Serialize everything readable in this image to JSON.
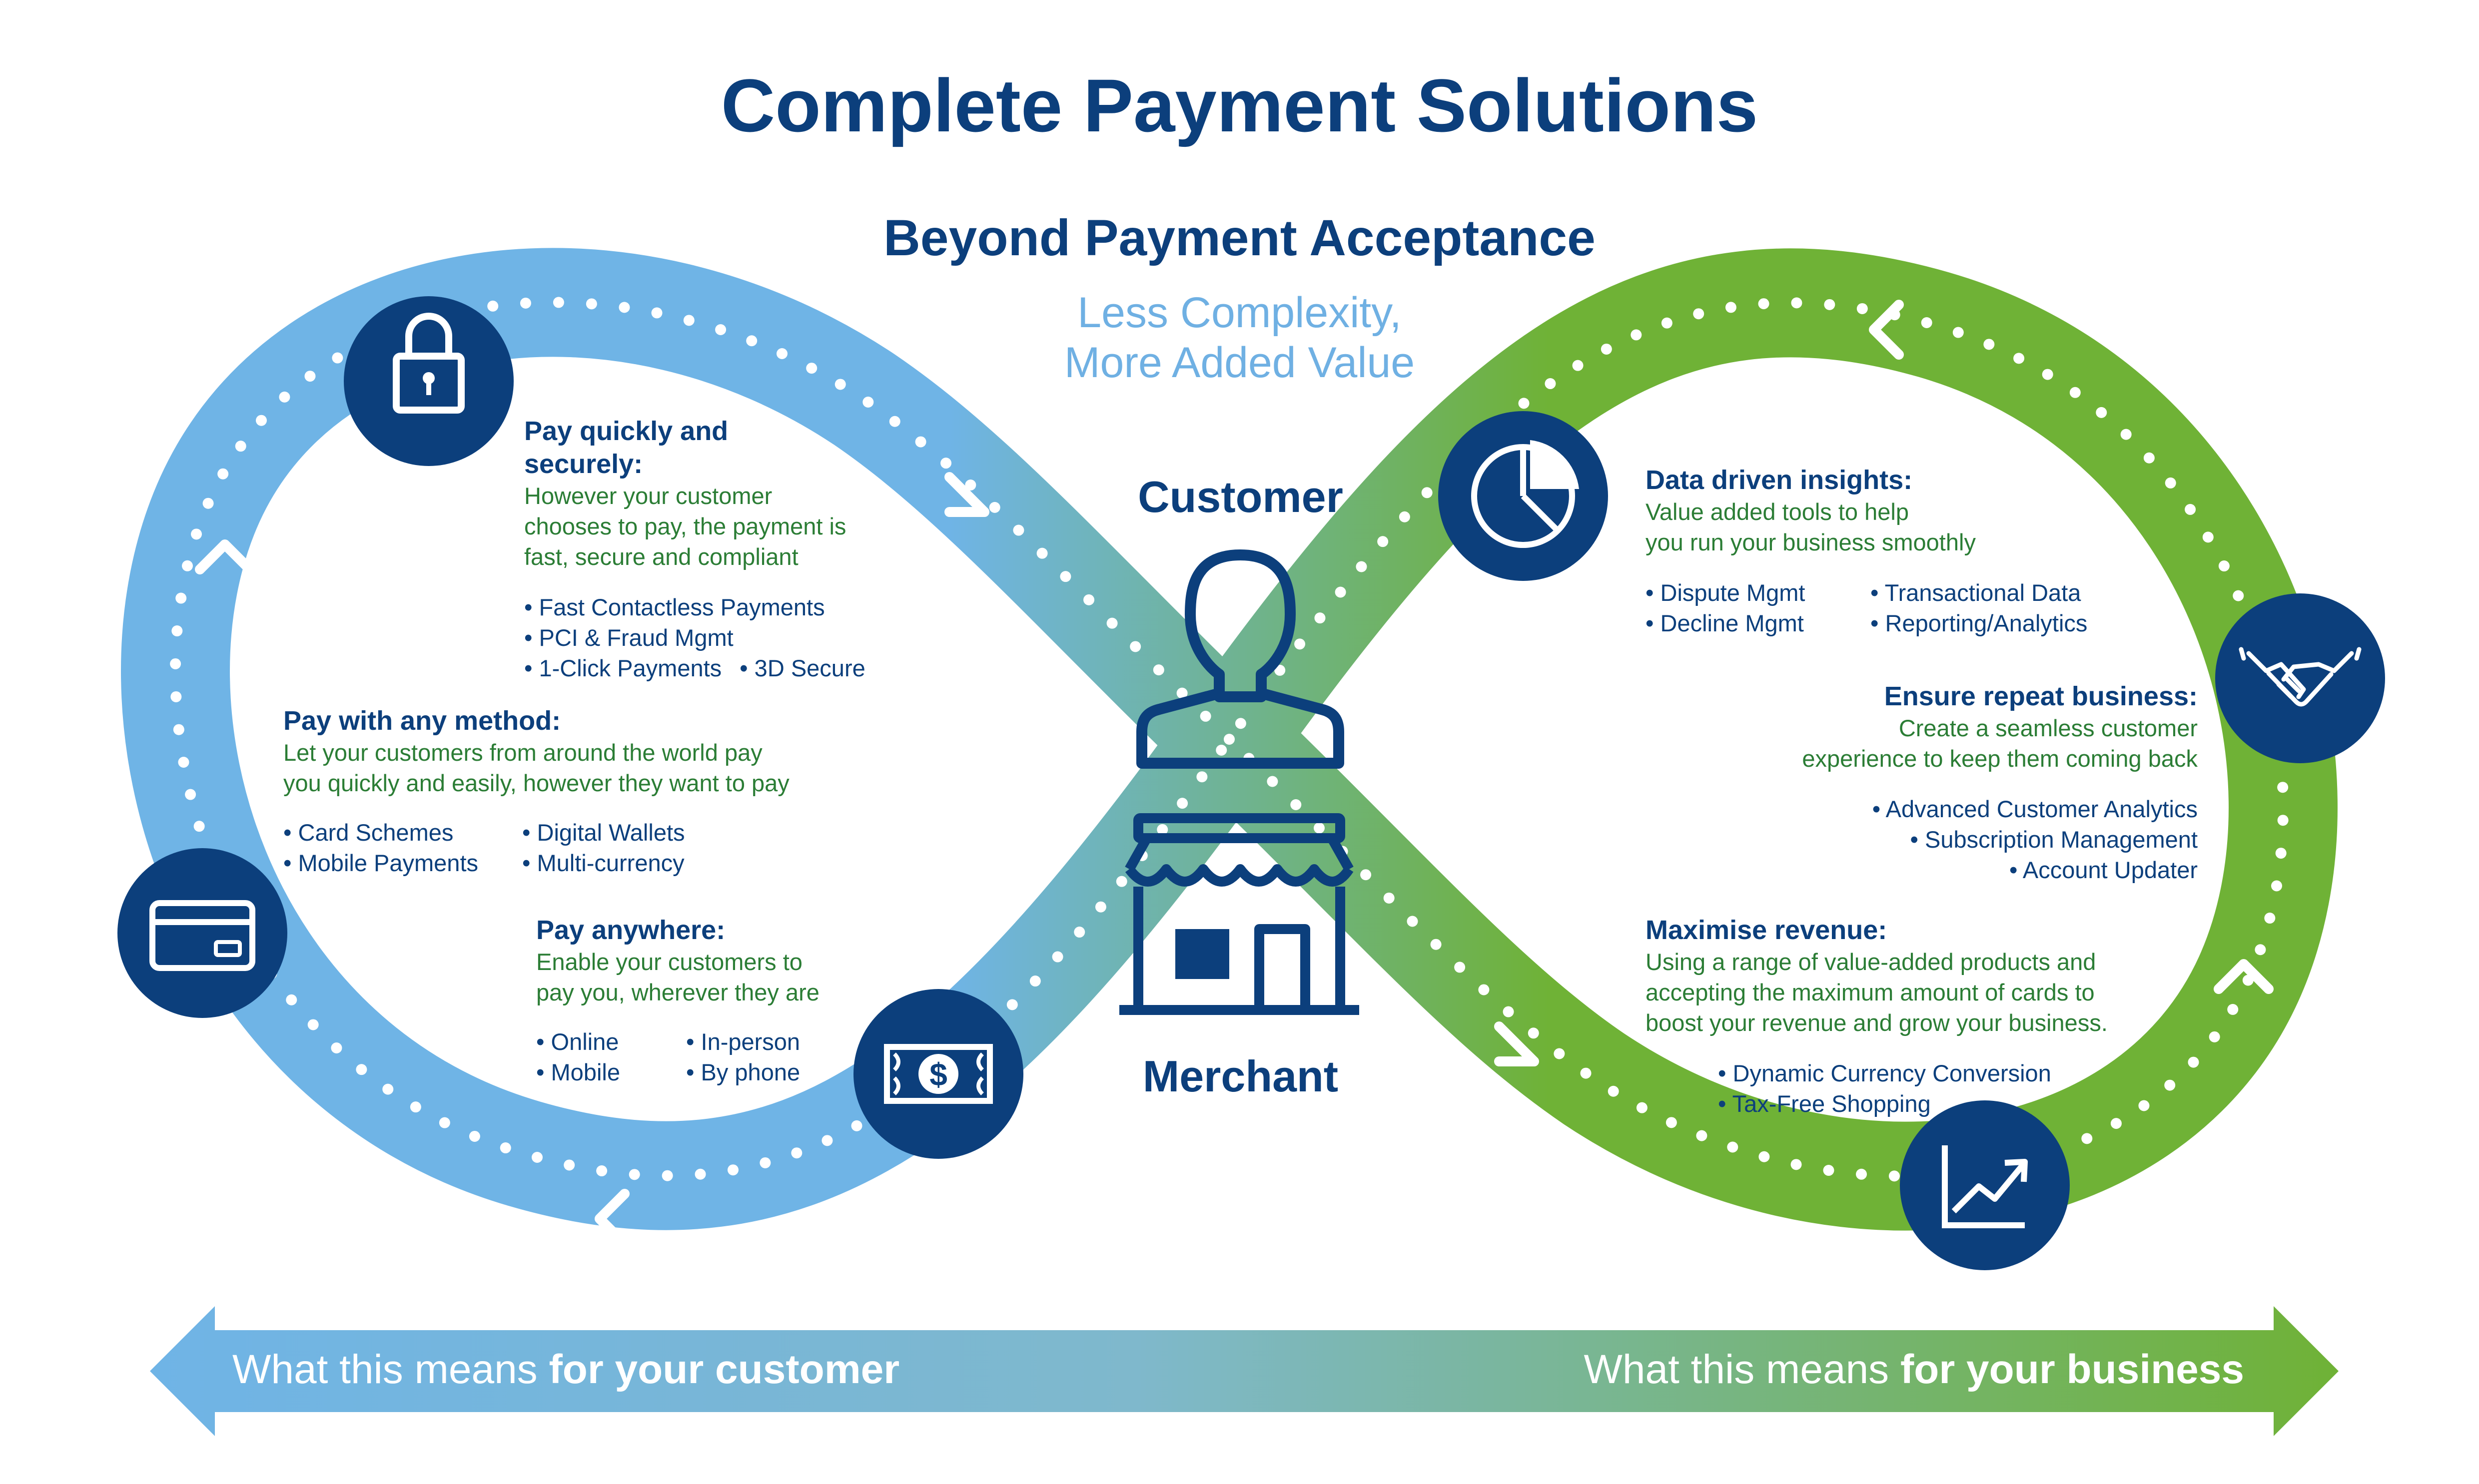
{
  "title": "Complete Payment Solutions",
  "subtitle": "Beyond Payment Acceptance",
  "tagline": [
    "Less Complexity,",
    "More Added Value"
  ],
  "colors": {
    "navy": "#0c3f7c",
    "blue": "#6fb4e6",
    "green": "#6fb236",
    "text_green": "#2b7d35"
  },
  "center": {
    "top_label": "Customer",
    "bottom_label": "Merchant"
  },
  "icons": [
    "lock-icon",
    "credit-card-icon",
    "cash-icon",
    "pie-chart-icon",
    "handshake-icon",
    "growth-chart-icon",
    "person-icon",
    "storefront-icon"
  ],
  "left": {
    "pay_quickly": {
      "heading": [
        "Pay quickly and",
        "securely:"
      ],
      "body": [
        "However your customer",
        "chooses to pay, the payment is",
        "fast, secure and compliant"
      ],
      "bullets": [
        "• Fast Contactless Payments",
        "• PCI & Fraud Mgmt",
        "• 1-Click Payments",
        "• 3D Secure"
      ]
    },
    "pay_any_method": {
      "heading": "Pay with any method:",
      "body": [
        "Let your customers from around the world pay",
        "you quickly and easily, however they want to pay"
      ],
      "bullets_col1": [
        "• Card Schemes",
        "• Mobile Payments"
      ],
      "bullets_col2": [
        "• Digital Wallets",
        "• Multi-currency"
      ]
    },
    "pay_anywhere": {
      "heading": "Pay anywhere:",
      "body": [
        "Enable your customers to",
        "pay you, wherever they are"
      ],
      "bullets_col1": [
        "• Online",
        "• Mobile"
      ],
      "bullets_col2": [
        "• In-person",
        "• By phone"
      ]
    }
  },
  "right": {
    "data_insights": {
      "heading": "Data driven insights:",
      "body": [
        "Value added tools to help",
        "you run your business smoothly"
      ],
      "bullets_col1": [
        "• Dispute Mgmt",
        "• Decline Mgmt"
      ],
      "bullets_col2": [
        "• Transactional Data",
        "• Reporting/Analytics"
      ]
    },
    "repeat_business": {
      "heading": "Ensure repeat business:",
      "body": [
        "Create a seamless customer",
        "experience to keep them coming back"
      ],
      "bullets": [
        "• Advanced Customer  Analytics",
        "• Subscription Management",
        "• Account Updater"
      ]
    },
    "maximise_revenue": {
      "heading": "Maximise revenue:",
      "body": [
        "Using a range of value-added products and",
        "accepting the maximum amount of cards to",
        "boost your revenue and grow your business."
      ],
      "bullets": [
        "• Dynamic Currency Conversion",
        "• Tax-Free Shopping"
      ]
    }
  },
  "bottom_arrow": {
    "left_prefix": "What this means ",
    "left_bold": "for your customer",
    "right_prefix": "What this means ",
    "right_bold": "for your business"
  }
}
